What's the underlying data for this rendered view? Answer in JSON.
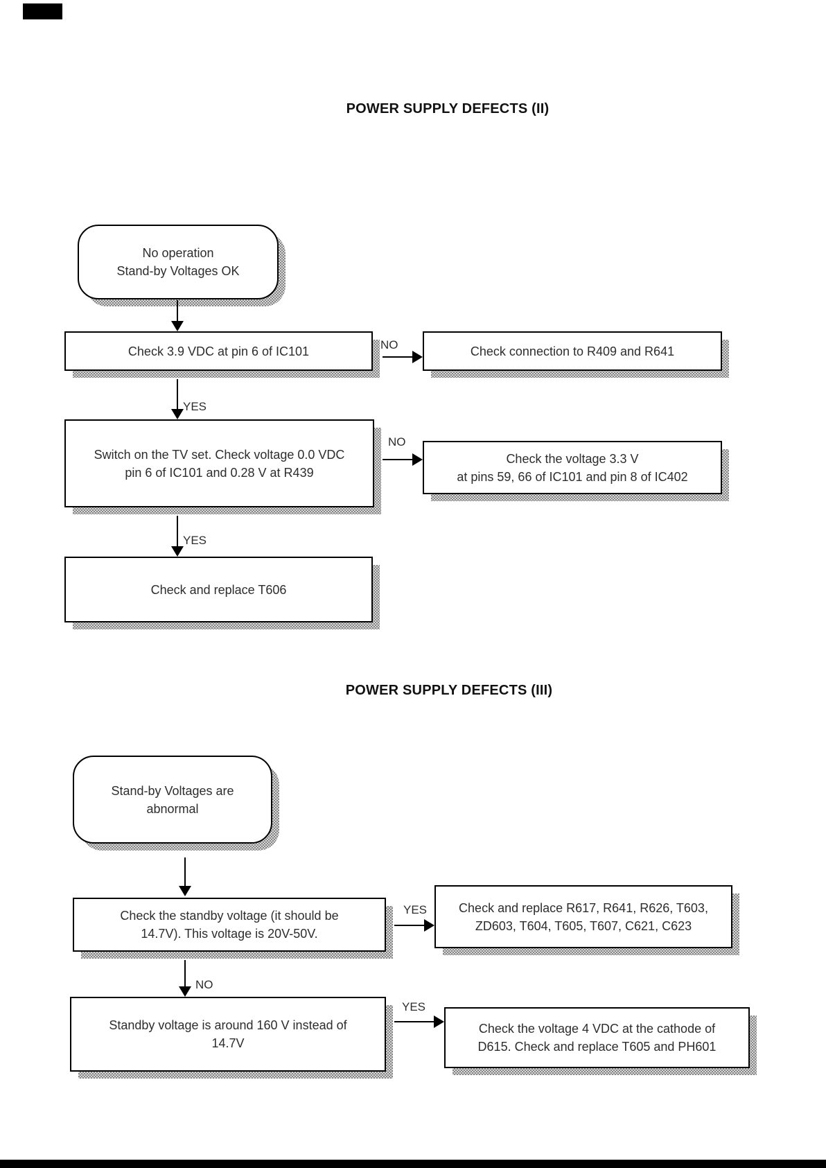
{
  "flowchart_2": {
    "title": "POWER SUPPLY DEFECTS (II)",
    "nodes": {
      "start": {
        "lines": [
          "No operation",
          "Stand-by Voltages OK"
        ]
      },
      "check_39vdc": {
        "lines": [
          "Check 3.9 VDC at pin 6 of IC101"
        ]
      },
      "check_connection": {
        "lines": [
          "Check connection to R409 and R641"
        ]
      },
      "switch_on_tv": {
        "lines": [
          "Switch on the TV set. Check voltage 0.0 VDC",
          "pin 6 of IC101 and 0.28 V at R439"
        ]
      },
      "check_voltage_3_3": {
        "lines": [
          "Check the voltage 3.3 V",
          "at pins 59, 66 of IC101 and pin 8 of IC402"
        ]
      },
      "replace_t606": {
        "lines": [
          "Check and replace T606"
        ]
      }
    },
    "branch_labels": {
      "no_1": "NO",
      "yes_1": "YES",
      "no_2": "NO",
      "yes_2": "YES"
    }
  },
  "flowchart_3": {
    "title": "POWER SUPPLY DEFECTS (III)",
    "nodes": {
      "start": {
        "lines": [
          "Stand-by Voltages are",
          "abnormal"
        ]
      },
      "check_standby_voltage": {
        "lines": [
          "Check the standby voltage (it should be",
          "14.7V). This voltage is 20V-50V."
        ]
      },
      "replace_components": {
        "lines": [
          "Check and replace R617, R641, R626, T603,",
          "ZD603, T604, T605, T607, C621, C623"
        ]
      },
      "standby_160v": {
        "lines": [
          "Standby voltage is around 160 V instead of",
          "14.7V"
        ]
      },
      "check_4vdc_cathode": {
        "lines": [
          "Check the voltage 4 VDC at the cathode of",
          "D615. Check and replace T605 and PH601"
        ]
      }
    },
    "branch_labels": {
      "yes_1": "YES",
      "no_1": "NO",
      "yes_2": "YES"
    }
  },
  "colors": {
    "border": "#000000",
    "shadow": "#9a9a9a",
    "text": "#2d2d2d",
    "background": "#ffffff"
  }
}
